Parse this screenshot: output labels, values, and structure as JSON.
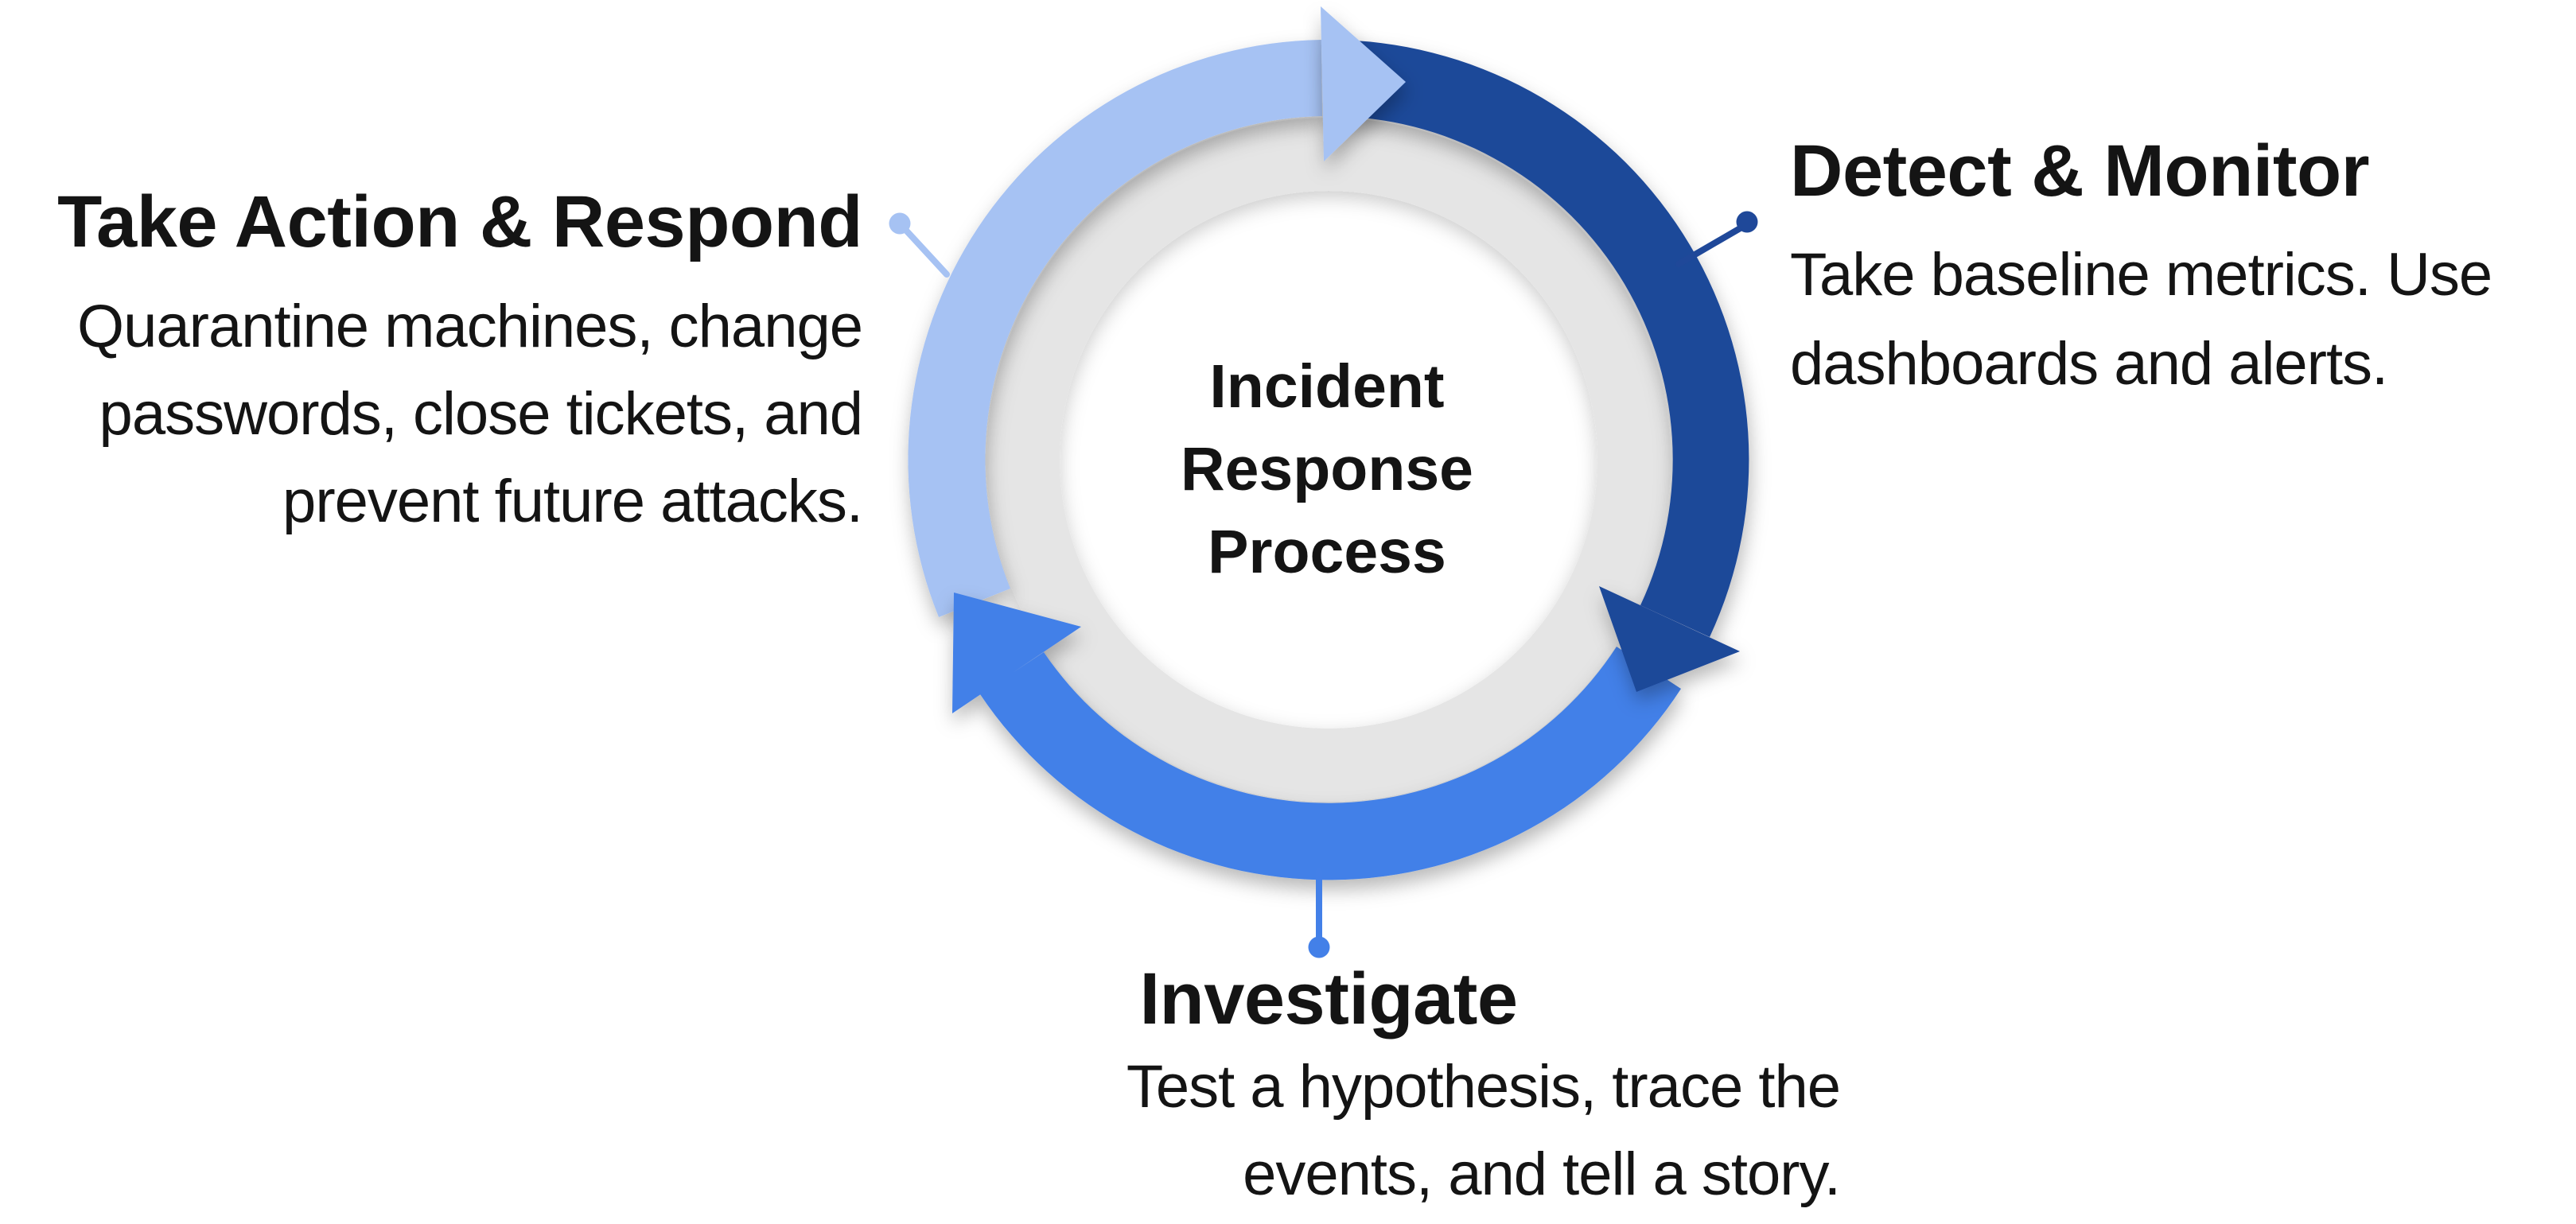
{
  "diagram_title_lines": {
    "line1": "Incident",
    "line2": "Response",
    "line3": "Process"
  },
  "colors": {
    "light_blue": "#A6C2F3",
    "medium_blue": "#4380E8",
    "dark_blue": "#1F4899",
    "ring_gray": "#E5E5E5",
    "background": "#FFFFFF",
    "text": "#141414"
  },
  "phases": {
    "detect": {
      "title": "Detect & Monitor",
      "line1": "Take baseline metrics. Use",
      "line2": "dashboards and alerts."
    },
    "investigate": {
      "title": "Investigate",
      "line1": "Test a hypothesis, trace the",
      "line2": "events, and tell a story."
    },
    "respond": {
      "title": "Take Action & Respond",
      "line1": "Quarantine machines, change",
      "line2": "passwords, close tickets, and",
      "line3": "prevent future attacks."
    }
  }
}
